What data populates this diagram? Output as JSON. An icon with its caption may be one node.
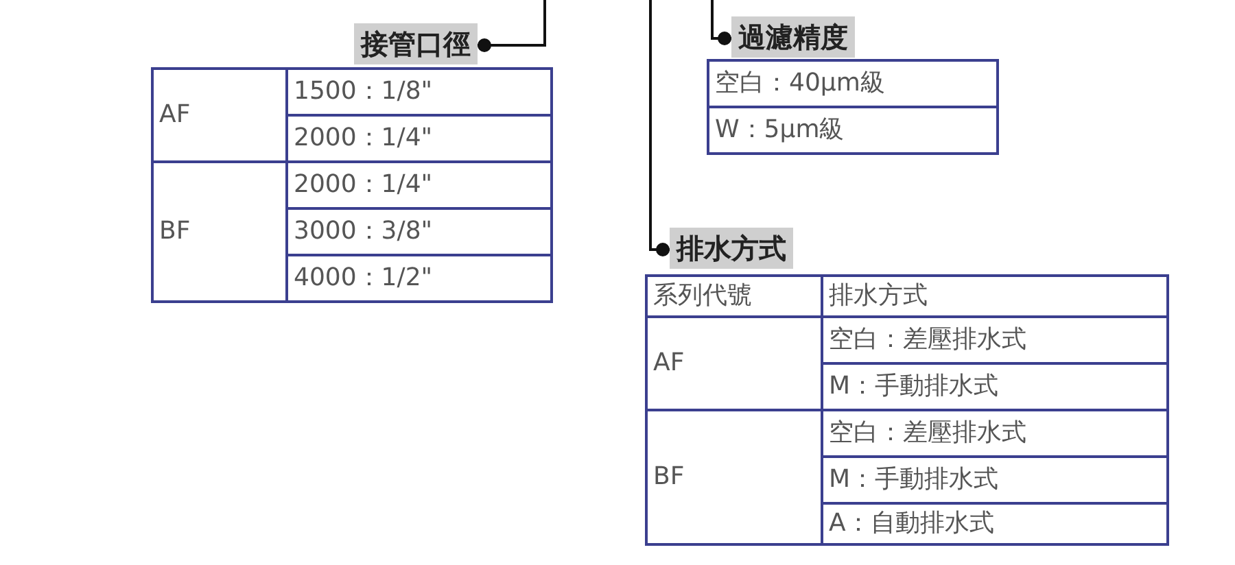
{
  "diagram": {
    "nodes": [
      {
        "text": [
          "接管口徑"
        ]
      },
      {
        "text": [
          "過濾精度"
        ]
      },
      {
        "text": [
          "排水方式"
        ]
      }
    ],
    "edges": [
      {
        "from": null,
        "to": 0,
        "arrow": "other"
      },
      {
        "from": null,
        "to": 1,
        "arrow": "other"
      },
      {
        "from": null,
        "to": 2,
        "arrow": "other"
      }
    ],
    "labels": [
      "AF",
      "1500：1/8\"",
      "2000：1/4\"",
      "BF",
      "2000：1/4\"",
      "3000：3/8\"",
      "4000：1/2\"",
      "空白：40μm級",
      "W：5μm級",
      "系列代號",
      "排水方式",
      "AF",
      "空白：差壓排水式",
      "M：手動排水式",
      "BF",
      "空白：差壓排水式",
      "M：手動排水式",
      "A：自動排水式"
    ]
  }
}
